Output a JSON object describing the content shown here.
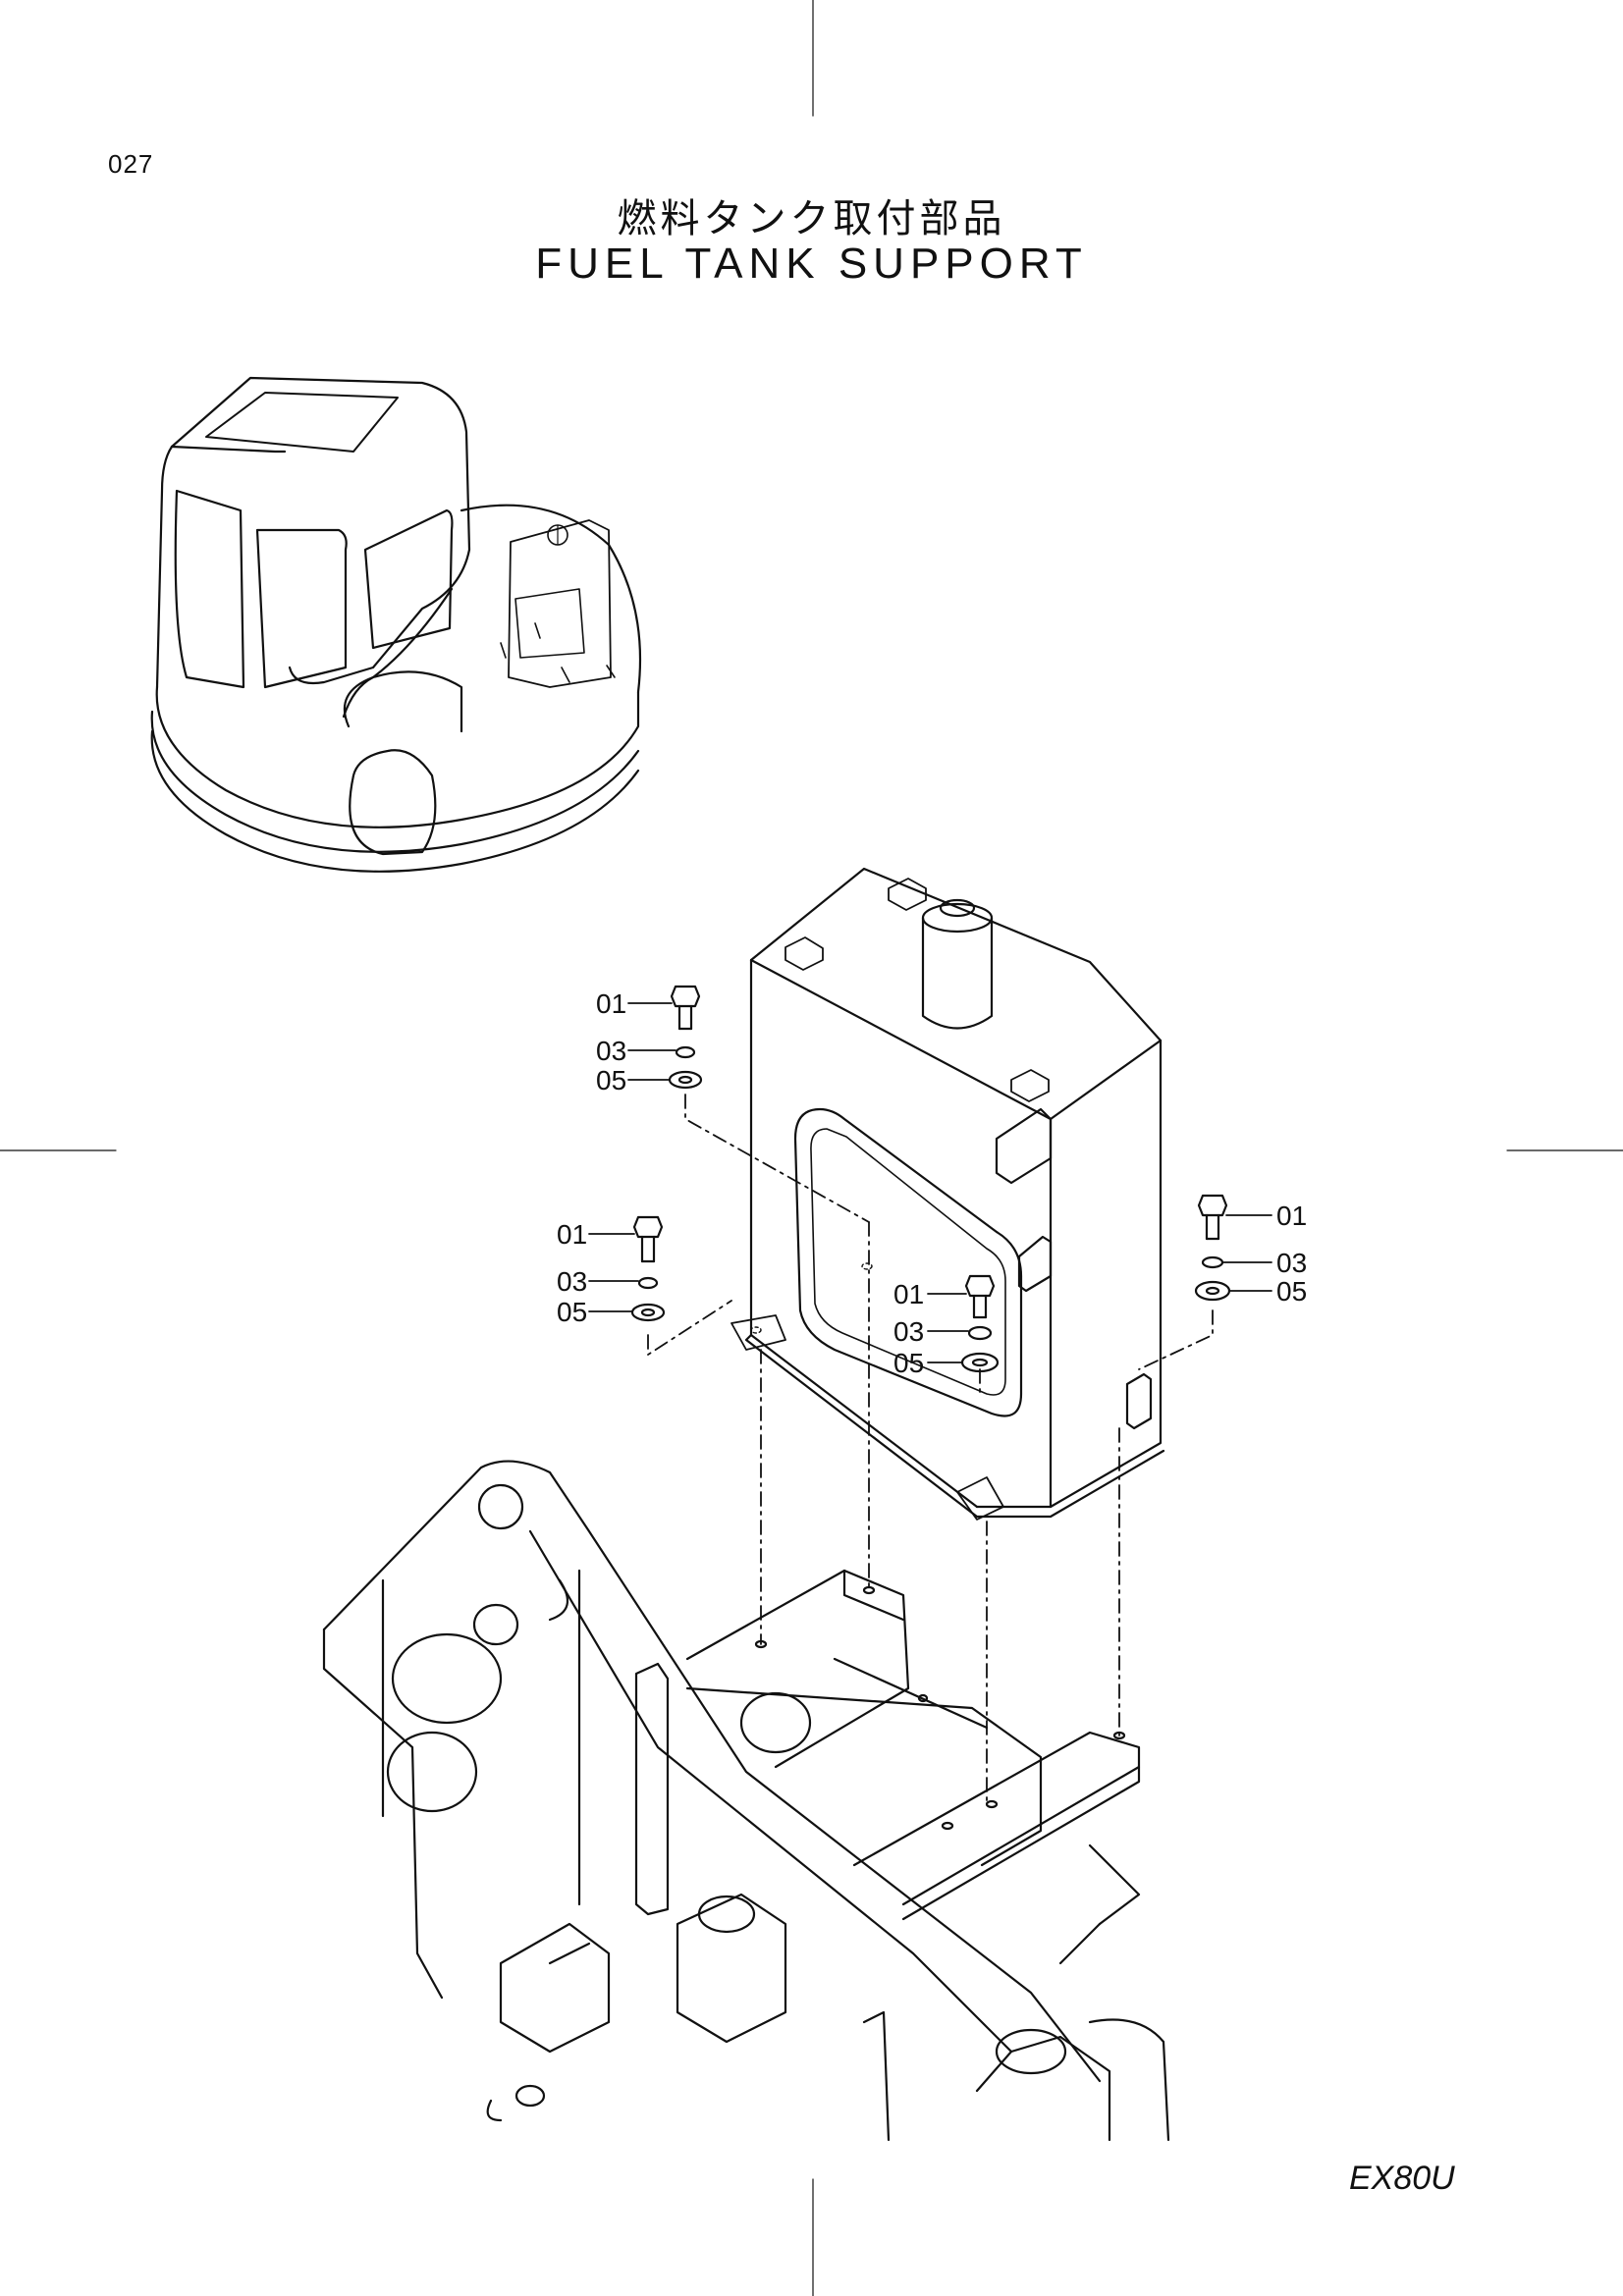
{
  "page": {
    "number": "027",
    "title_ja": "燃料タンク取付部品",
    "title_en": "FUEL  TANK  SUPPORT",
    "model": "EX80U"
  },
  "callouts": [
    {
      "id": "c1",
      "label": "01"
    },
    {
      "id": "c2",
      "label": "03"
    },
    {
      "id": "c3",
      "label": "05"
    },
    {
      "id": "c4",
      "label": "01"
    },
    {
      "id": "c5",
      "label": "03"
    },
    {
      "id": "c6",
      "label": "05"
    },
    {
      "id": "c7",
      "label": "01"
    },
    {
      "id": "c8",
      "label": "03"
    },
    {
      "id": "c9",
      "label": "05"
    },
    {
      "id": "c10",
      "label": "01"
    },
    {
      "id": "c11",
      "label": "03"
    },
    {
      "id": "c12",
      "label": "05"
    }
  ],
  "colors": {
    "ink": "#111111",
    "paper": "#ffffff"
  }
}
